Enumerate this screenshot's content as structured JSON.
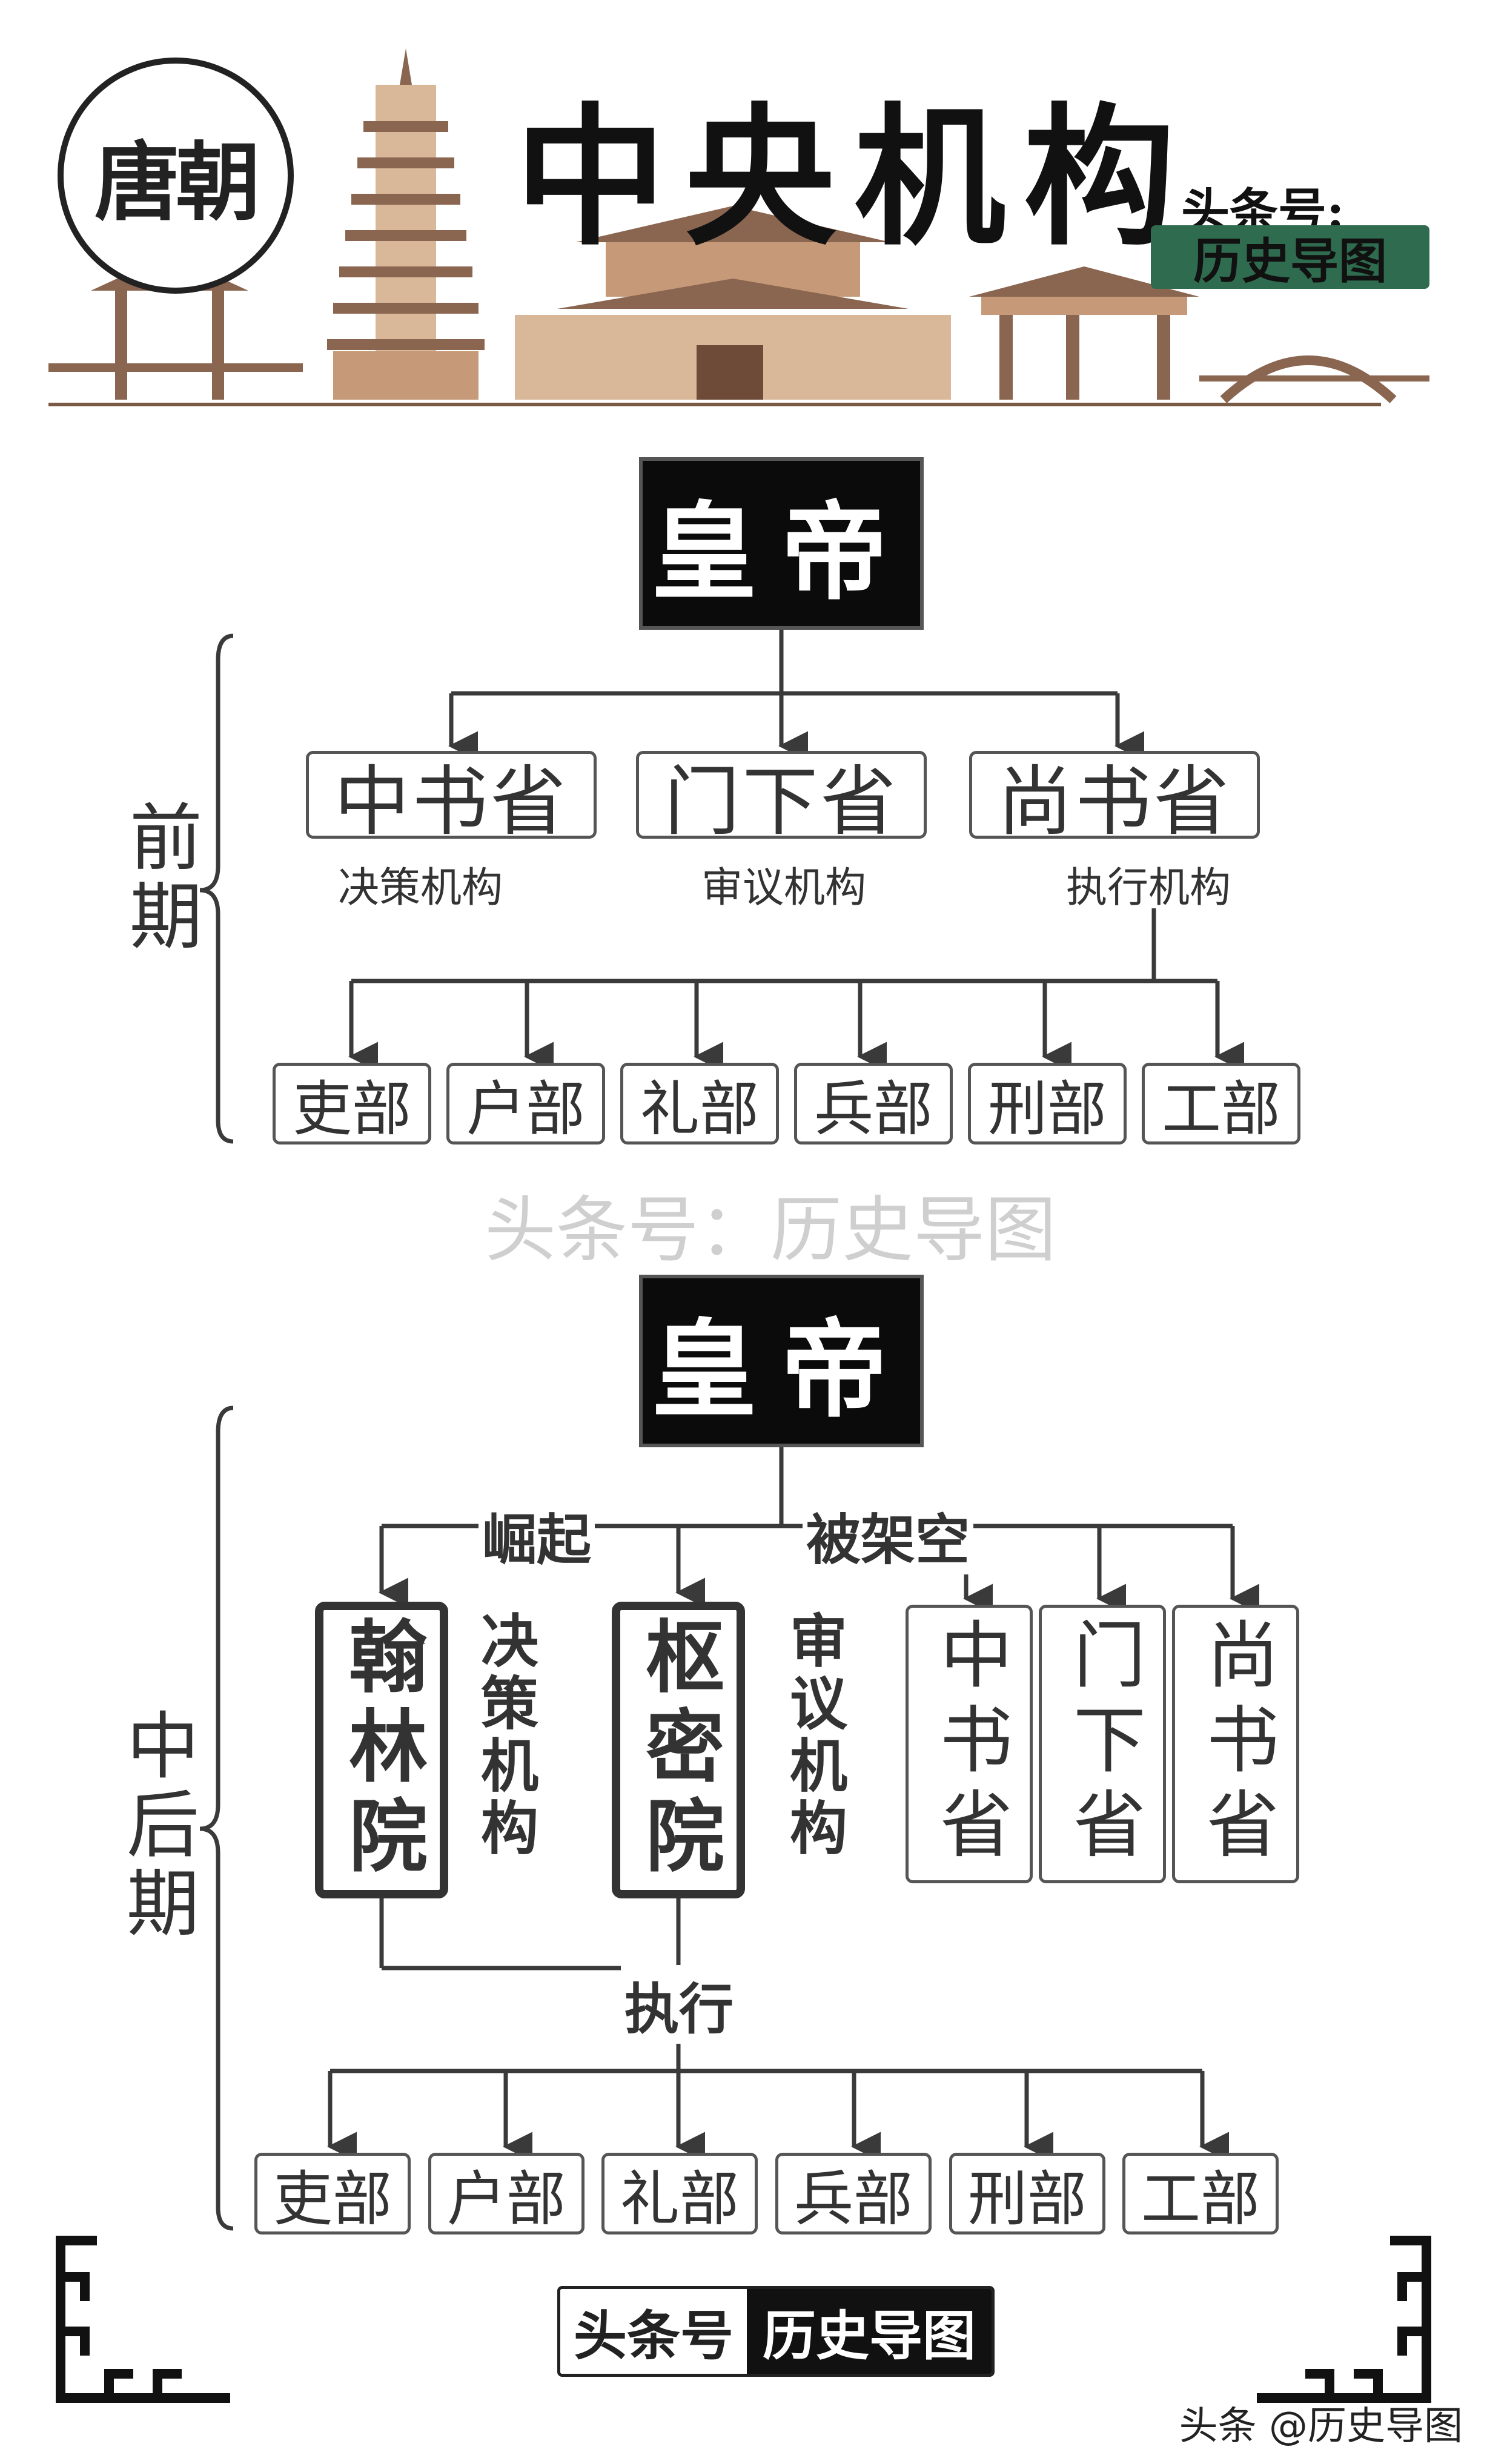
{
  "header": {
    "badge_text": "唐朝",
    "title": "中央机构",
    "brand_line1": "头条号:",
    "brand_line2": "历史导图"
  },
  "early": {
    "period_label": "前期",
    "emperor": "皇帝",
    "provinces": [
      {
        "name": "中书省",
        "role": "决策机构"
      },
      {
        "name": "门下省",
        "role": "审议机构"
      },
      {
        "name": "尚书省",
        "role": "执行机构"
      }
    ],
    "ministries": [
      "吏部",
      "户部",
      "礼部",
      "兵部",
      "刑部",
      "工部"
    ]
  },
  "watermark": "头条号：历史导图",
  "late": {
    "period_label": "中后期",
    "emperor": "皇帝",
    "rise_label": "崛起",
    "sidelined_label": "被架空",
    "new_bodies": [
      {
        "name": "翰林院",
        "role": "决策机构"
      },
      {
        "name": "枢密院",
        "role": "审议机构"
      }
    ],
    "old_provinces": [
      "中书省",
      "门下省",
      "尚书省"
    ],
    "execute_label": "执行",
    "ministries": [
      "吏部",
      "户部",
      "礼部",
      "兵部",
      "刑部",
      "工部"
    ]
  },
  "footer": {
    "left": "头条号",
    "right": "历史导图",
    "credit": "头条 @历史导图"
  },
  "colors": {
    "line": "#3a3a3a",
    "building": "#7a5a45",
    "brand_green": "#2f6b4f"
  }
}
